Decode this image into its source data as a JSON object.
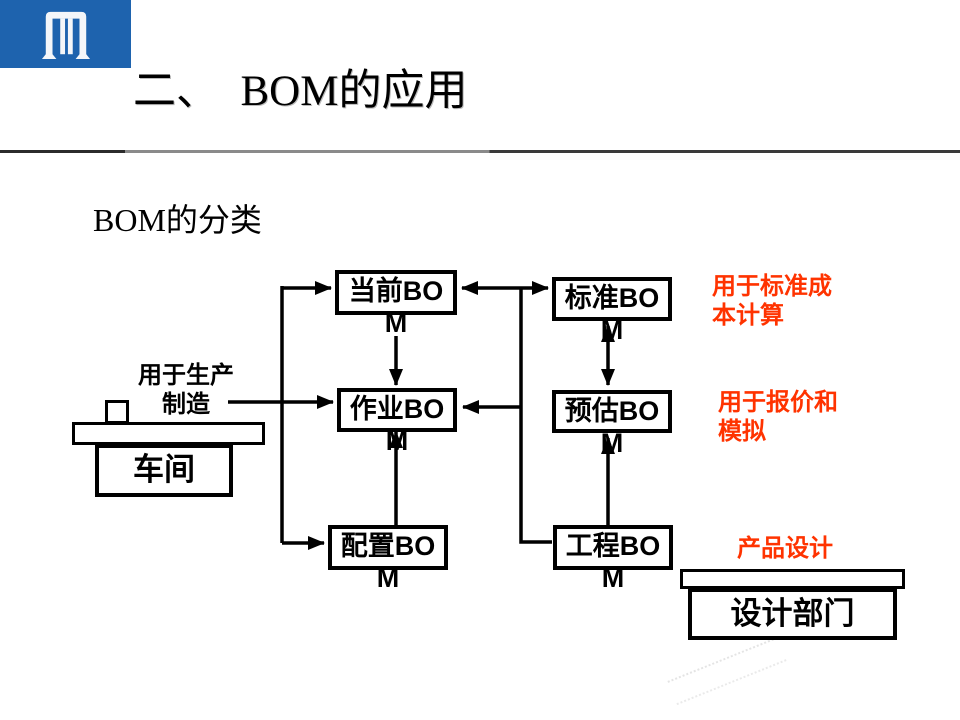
{
  "slide": {
    "title": "二、　BOM的应用",
    "subtitle": "BOM的分类"
  },
  "diagram": {
    "boxes": {
      "current": "当前BOM",
      "standard": "标准BOM",
      "operation": "作业BOM",
      "estimate": "预估BOM",
      "config": "配置BOM",
      "engineering": "工程BOM"
    },
    "entities": {
      "workshop": "车间",
      "design_dept": "设计部门"
    },
    "labels": {
      "production": "用于生产制造",
      "standard_cost": "用于标准成本计算",
      "quotation": "用于报价和模拟",
      "product_design": "产品设计"
    },
    "edges": [
      {
        "from": "workshop",
        "to": "current",
        "type": "arrow"
      },
      {
        "from": "workshop",
        "to": "operation",
        "type": "arrow"
      },
      {
        "from": "workshop",
        "to": "config",
        "type": "arrow"
      },
      {
        "from": "current",
        "to": "operation",
        "type": "arrow"
      },
      {
        "from": "config",
        "to": "operation",
        "type": "arrow"
      },
      {
        "from": "current",
        "to": "standard",
        "type": "double-arrow"
      },
      {
        "from": "standard",
        "to": "estimate",
        "type": "double-arrow"
      },
      {
        "from": "engineering",
        "to": "estimate",
        "type": "arrow"
      },
      {
        "from": "engineering",
        "to": "operation",
        "type": "arrow"
      },
      {
        "from": "engineering",
        "to": "current-standard-junction",
        "type": "line"
      }
    ],
    "colors": {
      "accent_red": "#FF3300",
      "logo_blue": "#1E63AE",
      "line_black": "#000000"
    }
  }
}
